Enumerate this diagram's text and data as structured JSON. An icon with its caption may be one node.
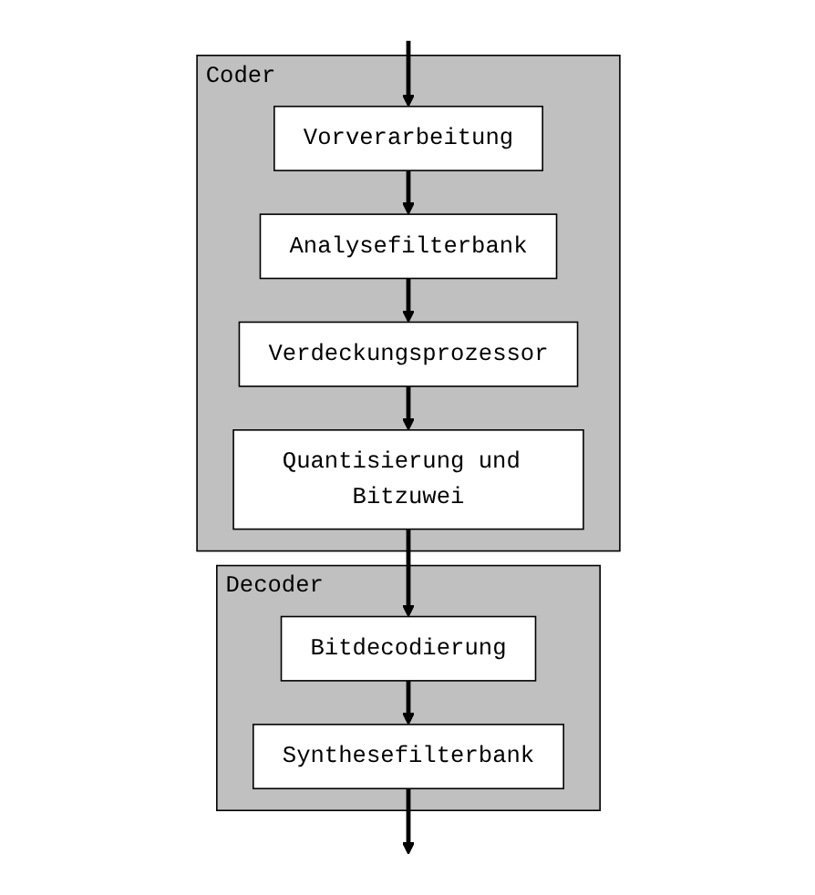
{
  "diagram": {
    "nodes": [
      {
        "text": [
          "Coder"
        ]
      },
      {
        "text": [
          "Vorverarbeitung"
        ],
        "in": 0
      },
      {
        "text": [
          "Analysefilterbank"
        ],
        "in": 0
      },
      {
        "text": [
          "Verdeckungsprozessor"
        ],
        "in": 0
      },
      {
        "text": [
          "Quantisierung und Bitzuwei"
        ],
        "in": 0
      },
      {
        "text": [
          "Decoder"
        ]
      },
      {
        "text": [
          "Bitdecodierung"
        ],
        "in": 5
      },
      {
        "text": [
          "Synthesefilterbank"
        ],
        "in": 5
      }
    ],
    "edges": [
      {
        "from": null,
        "to": 1,
        "arrow": "to"
      },
      {
        "from": 1,
        "to": 2,
        "arrow": "to"
      },
      {
        "from": 2,
        "to": 3,
        "arrow": "to"
      },
      {
        "from": 3,
        "to": 4,
        "arrow": "to"
      },
      {
        "from": 4,
        "to": 6,
        "arrow": "to"
      },
      {
        "from": 6,
        "to": 7,
        "arrow": "to"
      },
      {
        "from": 7,
        "to": null,
        "arrow": "to"
      }
    ]
  }
}
